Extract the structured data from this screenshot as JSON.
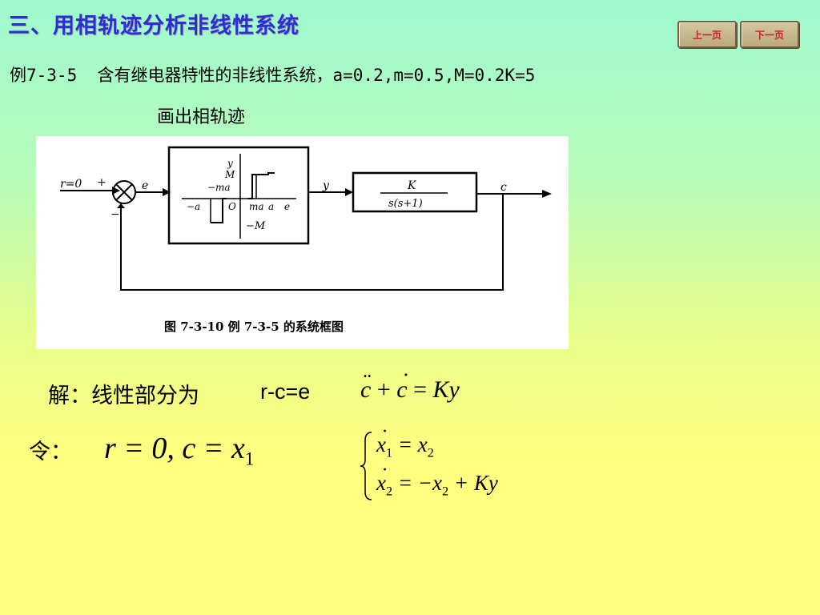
{
  "page": {
    "title": "三、用相轨迹分析非线性系统",
    "nav": {
      "prev": "上一页",
      "next": "下一页"
    }
  },
  "example": {
    "text": "例7-3-5  含有继电器特性的非线性系统，a=0.2,m=0.5,M=0.2K=5",
    "subtask": "画出相轨迹"
  },
  "diagram": {
    "input_label": "r=0",
    "plus": "+",
    "minus": "−",
    "e_label": "e",
    "y_axis": "y",
    "M": "M",
    "neg_ma": "−ma",
    "neg_a": "−a",
    "origin": "O",
    "ma": "ma",
    "a": "a",
    "e_axis": "e",
    "neg_M": "−M",
    "y_label": "y",
    "tf_num": "K",
    "tf_den": "s(s+1)",
    "c_label": "c",
    "caption": "图 7-3-10    例 7-3-5 的系统框图"
  },
  "solution": {
    "prefix": "解：线性部分为",
    "eq": "r-c=e",
    "ode": {
      "lhs1": "c",
      "plus": "+",
      "lhs2": "c",
      "eq": "=",
      "rhs": "Ky"
    },
    "let_label": "令：",
    "let_eq": "r = 0, c = x",
    "let_sub": "1",
    "sys1": {
      "x": "x",
      "sub": "1",
      "eq": " = x",
      "sub2": "2"
    },
    "sys2": {
      "x": "x",
      "sub": "2",
      "eq": " = −x",
      "sub2": "2",
      "tail": " + Ky"
    }
  },
  "colors": {
    "title": "#2d2dd6",
    "nav_text": "#c02222",
    "nav_bg": "#c8b88e"
  }
}
